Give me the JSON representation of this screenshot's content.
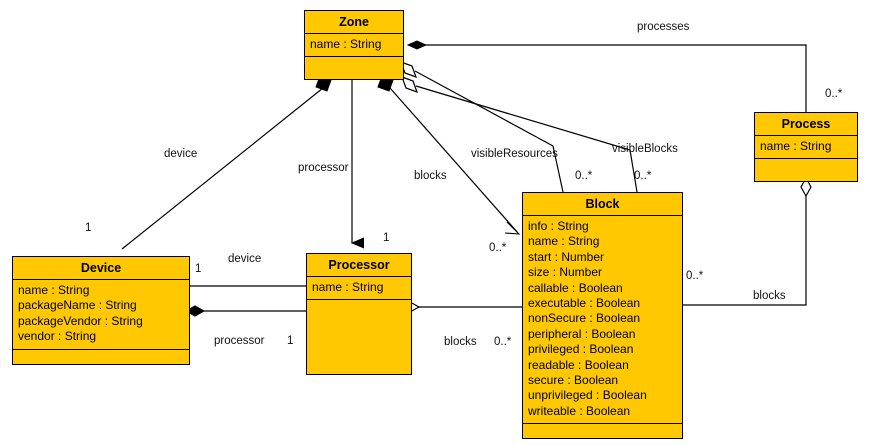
{
  "diagram": {
    "type": "uml-class-diagram",
    "background": "#ffffff",
    "class_fill": "#FFC800",
    "line_color": "#000000",
    "classes": [
      {
        "id": "zone",
        "name": "Zone",
        "attributes": [
          "name : String"
        ],
        "operations": []
      },
      {
        "id": "process",
        "name": "Process",
        "attributes": [
          "name : String"
        ],
        "operations": []
      },
      {
        "id": "device",
        "name": "Device",
        "attributes": [
          "name : String",
          "packageName : String",
          "packageVendor : String",
          "vendor : String"
        ],
        "operations": []
      },
      {
        "id": "processor",
        "name": "Processor",
        "attributes": [
          "name : String"
        ],
        "operations": []
      },
      {
        "id": "block",
        "name": "Block",
        "attributes": [
          "info : String",
          "name : String",
          "start : Number",
          "size : Number",
          "callable : Boolean",
          "executable : Boolean",
          "nonSecure : Boolean",
          "peripheral : Boolean",
          "privileged : Boolean",
          "readable : Boolean",
          "secure : Boolean",
          "unprivileged : Boolean",
          "writeable : Boolean"
        ],
        "operations": []
      }
    ],
    "relationships": [
      {
        "id": "zone-processes-process",
        "label": "processes",
        "source": "zone",
        "target": "process",
        "source_end": "composition",
        "target_multiplicity": "0..*"
      },
      {
        "id": "zone-device",
        "label": "device",
        "source": "zone",
        "target": "device",
        "source_end": "composition",
        "target_multiplicity": "1"
      },
      {
        "id": "zone-processor",
        "label": "processor",
        "source": "zone",
        "target": "processor",
        "source_end": "none",
        "target_end": "arrow",
        "target_multiplicity": "1"
      },
      {
        "id": "zone-blocks",
        "label": "blocks",
        "source": "zone",
        "target": "block",
        "source_end": "composition",
        "target_multiplicity": "0..*"
      },
      {
        "id": "zone-visibleResources",
        "label": "visibleResources",
        "source": "zone",
        "target": "block",
        "source_end": "aggregation",
        "target_multiplicity": "0..*"
      },
      {
        "id": "zone-visibleBlocks",
        "label": "visibleBlocks",
        "source": "zone",
        "target": "block",
        "source_end": "aggregation",
        "target_multiplicity": "0..*"
      },
      {
        "id": "processor-device",
        "label": "device",
        "source": "processor",
        "target": "device",
        "target_end": "arrow",
        "source_multiplicity": "1",
        "target_multiplicity": "1"
      },
      {
        "id": "device-processor",
        "label": "processor",
        "source": "device",
        "target": "processor",
        "source_end": "composition",
        "source_multiplicity": "1",
        "target_multiplicity": "1"
      },
      {
        "id": "processor-blocks",
        "label": "blocks",
        "source": "processor",
        "target": "block",
        "source_end": "aggregation",
        "target_multiplicity": "0..*"
      },
      {
        "id": "process-blocks",
        "label": "blocks",
        "source": "process",
        "target": "block",
        "source_end": "aggregation",
        "target_multiplicity": "0..*"
      }
    ],
    "labels": {
      "processes": "processes",
      "device_zone": "device",
      "processor_zone": "processor",
      "blocks_zone": "blocks",
      "visibleResources": "visibleResources",
      "visibleBlocks": "visibleBlocks",
      "device_proc": "device",
      "processor_dev": "processor",
      "blocks_proc": "blocks",
      "blocks_process": "blocks"
    },
    "multiplicities": {
      "process_top": "0..*",
      "device_top": "1",
      "device_right": "1",
      "processor_top": "1",
      "processor_bottom": "1",
      "block_blocks_zone": "0..*",
      "block_visibleResources": "0..*",
      "block_visibleBlocks": "0..*",
      "block_proc_blocks": "0..*",
      "block_process_blocks": "0..*"
    }
  }
}
